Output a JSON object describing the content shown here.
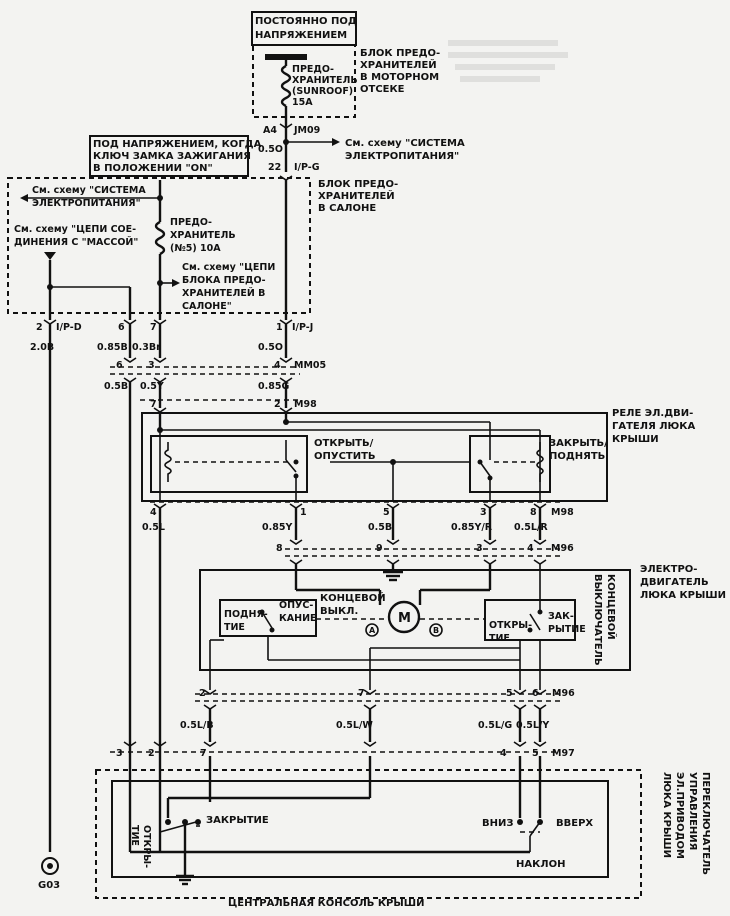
{
  "labels": {
    "always_on": [
      "ПОСТОЯННО ПОД",
      "НАПРЯЖЕНИЕМ"
    ],
    "engine_fuse_block": [
      "БЛОК ПРЕДО-",
      "ХРАНИТЕЛЕЙ",
      "В МОТОРНОМ",
      "ОТСЕКЕ"
    ],
    "sunroof_fuse": [
      "ПРЕДО-",
      "ХРАНИТЕЛЬ",
      "(SUNROOF)",
      "15A"
    ],
    "a4": "A4",
    "jm09": "JM09",
    "w_05o": "0.5O",
    "ref_power_top": [
      "См. схему \"СИСТЕМА",
      "ЭЛЕКТРОПИТАНИЯ\""
    ],
    "ignition_on": [
      "ПОД НАПРЯЖЕНИЕМ, КОГДА",
      "КЛЮЧ ЗАМКА ЗАЖИГАНИЯ",
      "В ПОЛОЖЕНИИ \"ON\""
    ],
    "pin22": "22",
    "ipg": "I/P-G",
    "cabin_fuse_block": [
      "БЛОК ПРЕДО-",
      "ХРАНИТЕЛЕЙ",
      "В САЛОНЕ"
    ],
    "ref_power_left": [
      "См. схему \"СИСТЕМА",
      "ЭЛЕКТРОПИТАНИЯ\""
    ],
    "ref_ground": [
      "См. схему \"ЦЕПИ СОЕ-",
      "ДИНЕНИЯ С \"МАССОЙ\""
    ],
    "fuse5": [
      "ПРЕДО-",
      "ХРАНИТЕЛЬ",
      "(№5) 10A"
    ],
    "ref_fuse_block": [
      "См. схему \"ЦЕПИ",
      "БЛОКА ПРЕДО-",
      "ХРАНИТЕЛЕЙ В",
      "САЛОНЕ\""
    ],
    "row_ip": {
      "p2": "2",
      "ipd": "I/P-D",
      "p6": "6",
      "p7": "7",
      "p1": "1",
      "ipj": "I/P-J"
    },
    "row_w1": {
      "a": "2.0B",
      "b": "0.85B",
      "c": "0.3Br",
      "d": "0.5O"
    },
    "row_mm05": {
      "p6": "6",
      "p3": "3",
      "p4": "4",
      "conn": "MM05"
    },
    "row_w2": {
      "a": "0.5B",
      "b": "0.5Y",
      "c": "0.85G"
    },
    "row_m98_top": {
      "p7": "7",
      "p2": "2",
      "conn": "M98"
    },
    "relay_title": [
      "РЕЛЕ ЭЛ.ДВИ-",
      "ГАТЕЛЯ ЛЮКА",
      "КРЫШИ"
    ],
    "relay_open": [
      "ОТКРЫТЬ/",
      "ОПУСТИТЬ"
    ],
    "relay_close": [
      "ЗАКРЫТЬ/",
      "ПОДНЯТЬ"
    ],
    "row_m98_bot": {
      "p4": "4",
      "p1": "1",
      "p5": "5",
      "p3": "3",
      "p8": "8",
      "conn": "M98"
    },
    "row_w3": {
      "a": "0.5L",
      "b": "0.85Y",
      "c": "0.5B",
      "d": "0.85Y/R",
      "e": "0.5L/R"
    },
    "row_m96_top": {
      "p8": "8",
      "p9": "9",
      "p3": "3",
      "p4": "4",
      "conn": "M96"
    },
    "motor_title": [
      "ЭЛЕКТРО-",
      "ДВИГАТЕЛЬ",
      "ЛЮКА КРЫШИ"
    ],
    "limit_sw_left": [
      "КОНЦЕВОЙ",
      "ВЫКЛ."
    ],
    "raise": [
      "ПОДНЯ-",
      "ТИЕ"
    ],
    "lower": [
      "ОПУС-",
      "КАНИЕ"
    ],
    "motor_m": "M",
    "term_a": "A",
    "term_b": "B",
    "open_tie": [
      "ОТКРЫ-",
      "ТИЕ"
    ],
    "close_tie": [
      "ЗАК-",
      "РЫТИЕ"
    ],
    "limit_sw_right": [
      "КОНЦЕВОЙ",
      "ВЫКЛЮЧАТЕЛЬ"
    ],
    "row_m96_bot": {
      "p2": "2",
      "p7": "7",
      "p5": "5",
      "p6": "6",
      "conn": "M96"
    },
    "row_w4": {
      "a": "0.5L/B",
      "b": "0.5L/W",
      "c": "0.5L/G",
      "d": "0.5L/Y"
    },
    "row_m97": {
      "p3": "3",
      "p2": "2",
      "p7": "7",
      "p4": "4",
      "p5": "5",
      "conn": "M97"
    },
    "switch_title": [
      "ПЕРЕКЛЮЧАТЕЛЬ",
      "УПРАВЛЕНИЯ",
      "ЭЛ.ПРИВОДОМ",
      "ЛЮКА КРЫШИ"
    ],
    "sw_open": [
      "ОТКРЫ-",
      "ТИЕ"
    ],
    "sw_close": "ЗАКРЫТИЕ",
    "sw_down": "ВНИЗ",
    "sw_up": "ВВЕРХ",
    "sw_tilt": "НАКЛОН",
    "console": "ЦЕНТРАЛЬНАЯ КОНСОЛЬ КРЫШИ",
    "ground": "G03"
  }
}
